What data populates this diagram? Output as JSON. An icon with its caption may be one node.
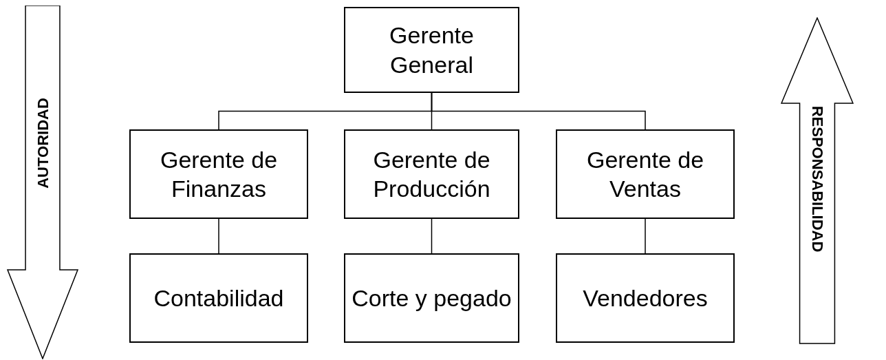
{
  "diagram": {
    "nodes": [
      {
        "text": [
          "Gerente General"
        ]
      },
      {
        "text": [
          "Gerente de Finanzas"
        ]
      },
      {
        "text": [
          "Gerente de Producción"
        ]
      },
      {
        "text": [
          "Gerente de Ventas"
        ]
      },
      {
        "text": [
          "Contabilidad"
        ]
      },
      {
        "text": [
          "Corte y pegado"
        ]
      },
      {
        "text": [
          "Vendedores"
        ]
      },
      {
        "text": [
          "AUTORIDAD"
        ]
      },
      {
        "text": [
          "RESPONSABILIDAD"
        ]
      }
    ],
    "edges": [
      {
        "from": 0,
        "to": 1,
        "arrow": "none"
      },
      {
        "from": 0,
        "to": 2,
        "arrow": "none"
      },
      {
        "from": 0,
        "to": 3,
        "arrow": "none"
      },
      {
        "from": 1,
        "to": 4,
        "arrow": "none"
      },
      {
        "from": 2,
        "to": 5,
        "arrow": "none"
      },
      {
        "from": 3,
        "to": 6,
        "arrow": "none"
      }
    ]
  }
}
